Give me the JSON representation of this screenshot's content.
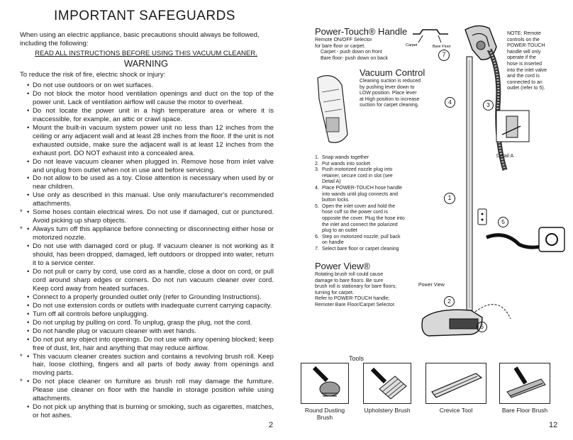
{
  "left": {
    "title": "IMPORTANT SAFEGUARDS",
    "intro": "When using an electric appliance, basic precautions should always be followed, including the following:",
    "read_all": "READ ALL INSTRUCTIONS BEFORE USING THIS VACUUM CLEANER.",
    "warning": "WARNING",
    "reduce": "To reduce the risk of fire, electric shock or injury:",
    "rules": [
      {
        "star": "",
        "text": "Do not use outdoors or on wet surfaces."
      },
      {
        "star": "",
        "text": "Do not block the motor hood ventilation openings and duct on the top of the power unit. Lack of ventilation airflow will cause the motor to overheat."
      },
      {
        "star": "",
        "text": "Do not locate the power unit in a high temperature area or where it is inaccessible, for example, an attic or crawl space."
      },
      {
        "star": "",
        "text": "Mount the built-in vacuum system power unit no less than 12 inches from the ceiling or any adjacent wall and at least 28 inches from the floor. If the unit is not exhausted outside, make sure the adjacent wall is at least 12 inches from the exhaust port. DO NOT exhaust into a concealed area."
      },
      {
        "star": "",
        "text": "Do not leave vacuum cleaner when plugged in. Remove hose from inlet valve and unplug from outlet when not in use and before servicing."
      },
      {
        "star": "",
        "text": "Do not allow to be used as a toy. Close attention is necessary when used by or near children."
      },
      {
        "star": "",
        "text": "Use only as described in this manual. Use only manufacturer's recommended attachments."
      },
      {
        "star": "*",
        "text": "Some hoses contain electrical wires. Do not use if damaged, cut or punctured. Avoid picking up sharp objects."
      },
      {
        "star": "*",
        "text": "Always turn off this appliance before connecting or disconnecting either hose or motorized nozzle."
      },
      {
        "star": "",
        "text": "Do not use with damaged cord or plug. If vacuum cleaner is not working as it should, has been dropped, damaged, left outdoors or dropped into water, return it to a service center."
      },
      {
        "star": "",
        "text": "Do not pull or carry by cord, use cord as a handle, close a door on cord, or pull cord around sharp edges or corners. Do not run vacuum cleaner over cord. Keep cord away from heated surfaces."
      },
      {
        "star": "",
        "text": "Connect to a properly grounded outlet only (refer to Grounding Instructions)."
      },
      {
        "star": "",
        "text": "Do not use extension cords or outlets with inadequate current carrying capacity."
      },
      {
        "star": "",
        "text": "Turn off all controls before unplugging."
      },
      {
        "star": "",
        "text": "Do not unplug by pulling on cord. To unplug, grasp the plug, not the cord."
      },
      {
        "star": "",
        "text": "Do not handle plug or vacuum cleaner with wet hands."
      },
      {
        "star": "",
        "text": "Do not put any object into openings. Do not use with any opening blocked; keep free of dust, lint, hair and anything that may reduce airflow."
      },
      {
        "star": "*",
        "text": "This vacuum cleaner creates suction and contains a revolving brush roll. Keep hair, loose clothing, fingers and all parts of body away from openings and moving parts."
      },
      {
        "star": "*",
        "text": "Do not place cleaner on furniture as brush roll may damage the furniture. Please use cleaner on floor with the handle in storage position while using attachments."
      },
      {
        "star": "",
        "text": "Do not pick up anything that is burning or smoking, such as cigarettes, matches, or hot ashes."
      }
    ],
    "page_number": "2"
  },
  "right": {
    "power_touch": {
      "heading": "Power-Touch® Handle",
      "lines": [
        "Remote ON/OFF Selector",
        "for bare floor or carpet.",
        "Carpet - push down on front",
        "Bare floor- push down on back"
      ],
      "switch_carpet": "Carpet",
      "switch_bare": "Bare Floor"
    },
    "note": [
      "NOTE: Remote",
      "controls on the",
      "POWER-TOUCH",
      "handle will only",
      "operate if the",
      "hose is inserted",
      "into the inlet valve",
      "and the cord is",
      "connected to an",
      "outlet (refer to 5)."
    ],
    "vacuum_control": {
      "heading": "Vacuum Control",
      "lines": [
        "Cleaning suction is reduced",
        "by pushing lever down to",
        "LOW position. Place lever",
        "at High position to increase",
        "suction for carpet cleaning."
      ]
    },
    "detail_label": "Detail A",
    "steps": [
      {
        "n": "1.",
        "text": "Snap wands together"
      },
      {
        "n": "2.",
        "text": "Put wands into socket"
      },
      {
        "n": "3.",
        "text": "Push motorized nozzle plug into retainer, secure cord in slot (see Detail A)"
      },
      {
        "n": "4.",
        "text": "Place POWER-TOUCH hose handle into wands until plug connects and button locks"
      },
      {
        "n": "5.",
        "text": "Open the inlet cover and hold the hose cuff so the power cord is opposite the cover. Plug the hose into the inlet and connect the polarized plug to an outlet"
      },
      {
        "n": "6.",
        "text": "Step on motorized nozzle; pull back on handle"
      },
      {
        "n": "7.",
        "text": "Select bare floor or carpet cleaning"
      }
    ],
    "power_view": {
      "heading": "Power View®",
      "lines": [
        "Rotating brush roll could cause",
        "damage to bare floors. Be sure",
        "brush roll is stationary for bare floors;",
        "turning for carpet.",
        "Refer to POWER-TOUCH handle;",
        "Remoter Bare Floor/Carpet Selector."
      ],
      "diagram_label": "Power View"
    },
    "callouts": [
      "1",
      "2",
      "3",
      "4",
      "5",
      "6",
      "7"
    ],
    "tools_title": "Tools",
    "tools": [
      {
        "label": "Round Dusting Brush",
        "icon": "round-dusting-brush-icon"
      },
      {
        "label": "Upholstery Brush",
        "icon": "upholstery-brush-icon"
      },
      {
        "label": "Crevice Tool",
        "icon": "crevice-tool-icon"
      },
      {
        "label": "Bare Floor Brush",
        "icon": "bare-floor-brush-icon"
      }
    ],
    "page_number": "12"
  }
}
